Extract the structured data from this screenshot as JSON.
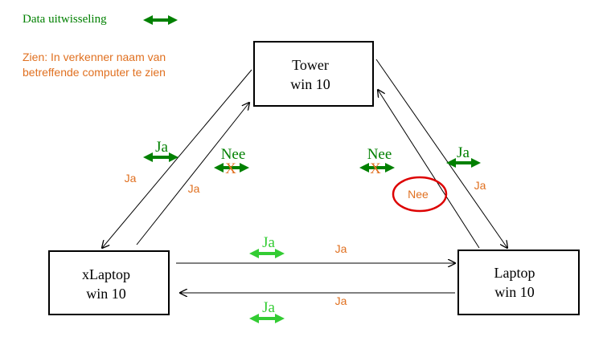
{
  "legend": {
    "exchange_label": "Data uitwisseling",
    "see_label_line1": "Zien: In verkenner naam van",
    "see_label_line2": "betreffende computer te zien"
  },
  "nodes": {
    "tower": {
      "line1": "Tower",
      "line2": "win 10"
    },
    "xlaptop": {
      "line1": "xLaptop",
      "line2": "win 10"
    },
    "laptop": {
      "line1": "Laptop",
      "line2": "win 10"
    }
  },
  "labels": {
    "tl_exchange_ja": "Ja",
    "tl_exchange_nee": "Nee",
    "tl_exchange_x": "X",
    "tl_see_ja_outer": "Ja",
    "tl_see_ja_inner": "Ja",
    "tr_exchange_nee": "Nee",
    "tr_exchange_x": "X",
    "tr_exchange_ja": "Ja",
    "tr_see_nee_circled": "Nee",
    "tr_see_ja": "Ja",
    "bottom_exchange_ja_top": "Ja",
    "bottom_exchange_ja_bottom": "Ja",
    "bottom_see_ja_top": "Ja",
    "bottom_see_ja_bottom": "Ja"
  },
  "colors": {
    "dark_green": "#008000",
    "light_green": "#33cc33",
    "orange": "#e07020",
    "red": "#dd0000",
    "black": "#000000"
  }
}
